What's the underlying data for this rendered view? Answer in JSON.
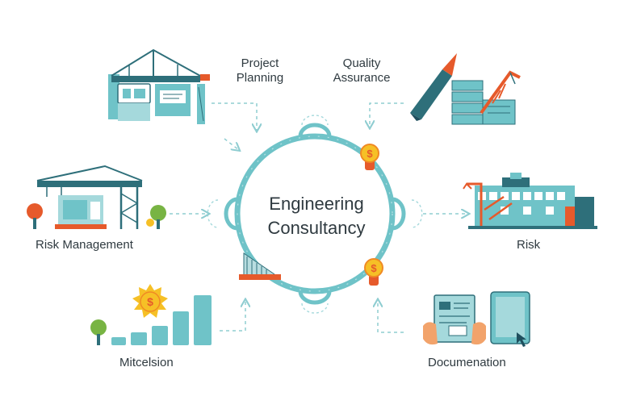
{
  "center": {
    "line1": "Engineering",
    "line2": "Consultancy"
  },
  "nodes": {
    "project_planning": {
      "line1": "Project",
      "line2": "Planning"
    },
    "quality_assurance": {
      "line1": "Quality",
      "line2": "Assurance"
    },
    "risk_management": {
      "label": "Risk Management"
    },
    "risk": {
      "label": "Risk"
    },
    "mitcelsion": {
      "label": "Mitcelsion"
    },
    "documentation": {
      "label": "Documenation"
    }
  },
  "icons": {
    "coin_symbol": "$",
    "sun_coin_symbol": "$"
  },
  "colors": {
    "teal": "#6fc3c8",
    "teal_dark": "#2e6f7a",
    "navy": "#1f4f5e",
    "orange": "#e65a2b",
    "yellow": "#f6c026",
    "green": "#78b443",
    "text": "#2f3a40"
  }
}
